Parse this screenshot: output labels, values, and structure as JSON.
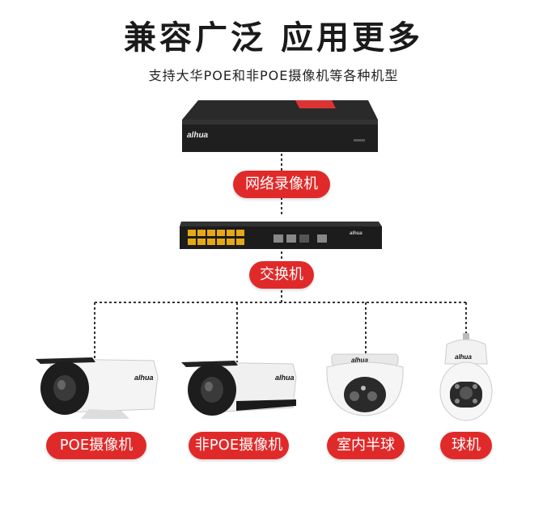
{
  "header": {
    "title": "兼容广泛 应用更多",
    "subtitle": "支持大华POE和非POE摄像机等各种机型"
  },
  "devices": {
    "nvr_label": "网络录像机",
    "switch_label": "交换机",
    "cameras": [
      {
        "label": "POE摄像机"
      },
      {
        "label": "非POE摄像机"
      },
      {
        "label": "室内半球"
      },
      {
        "label": "球机"
      }
    ]
  },
  "brand": {
    "logo_text": "alhua"
  },
  "colors": {
    "accent": "#e02a2a",
    "device_dark": "#1f1f1f",
    "camera_white": "#f2f2f2"
  }
}
